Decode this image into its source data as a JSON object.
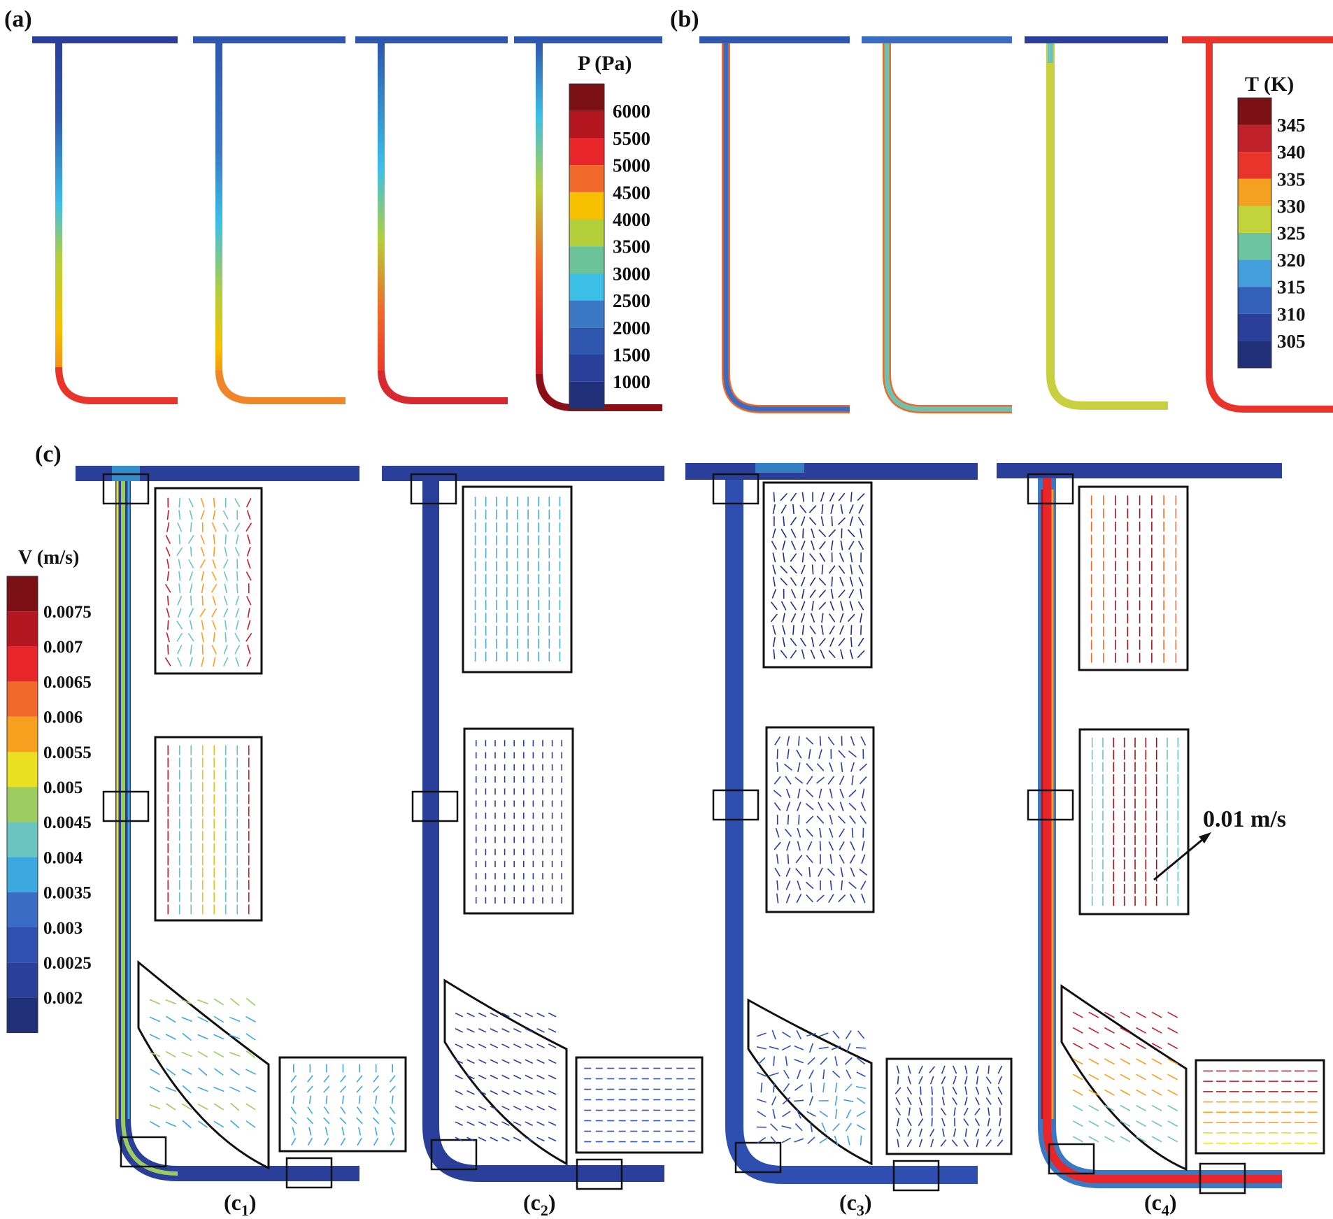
{
  "panels": {
    "a": {
      "label": "(a)"
    },
    "b": {
      "label": "(b)"
    },
    "c": {
      "label": "(c)"
    },
    "sub_labels": [
      "(c",
      "(c",
      "(c",
      "(c"
    ],
    "sub_indices": [
      "1",
      "2",
      "3",
      "4"
    ]
  },
  "legend_pressure": {
    "title": "P (Pa)",
    "ticks": [
      "6000",
      "5500",
      "5000",
      "4500",
      "4000",
      "3500",
      "3000",
      "2500",
      "2000",
      "1500",
      "1000"
    ],
    "colors": [
      "#7a0f14",
      "#b3161f",
      "#e8262a",
      "#f0682a",
      "#f7c000",
      "#b4cf3a",
      "#6cc39a",
      "#3cc0e8",
      "#3a78c4",
      "#2f57b0",
      "#2a3f9a",
      "#22307a"
    ]
  },
  "legend_temperature": {
    "title": "T (K)",
    "ticks": [
      "345",
      "340",
      "335",
      "330",
      "325",
      "320",
      "315",
      "310",
      "305"
    ],
    "colors": [
      "#7a0f14",
      "#c0202a",
      "#e8342a",
      "#f4a020",
      "#c2d43a",
      "#6cc4a0",
      "#44a0dc",
      "#3360b8",
      "#2a3f9a",
      "#22307a"
    ]
  },
  "legend_velocity": {
    "title": "V (m/s)",
    "ticks": [
      "0.0075",
      "0.007",
      "0.0065",
      "0.006",
      "0.0055",
      "0.005",
      "0.0045",
      "0.004",
      "0.0035",
      "0.003",
      "0.0025",
      "0.002"
    ],
    "colors": [
      "#7a0f14",
      "#b3161f",
      "#e8262a",
      "#f0682a",
      "#f7a020",
      "#e8e020",
      "#9ccc60",
      "#6cc4c0",
      "#3ca8e0",
      "#3a6cc4",
      "#2f50b0",
      "#2a3f9a",
      "#22307a"
    ]
  },
  "annotation": {
    "text": "0.01 m/s"
  }
}
